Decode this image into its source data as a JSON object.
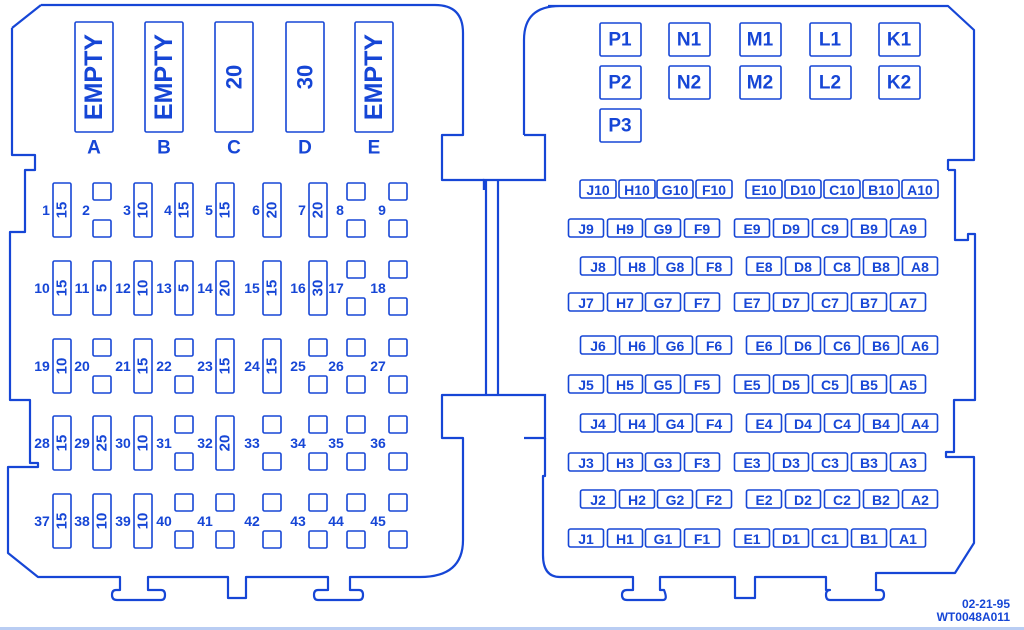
{
  "colors": {
    "line": "#1646d6",
    "background": "#ffffff",
    "footer_rule": "#b9cdf3"
  },
  "left_panel": {
    "maxi_fuses": [
      {
        "slot": "A",
        "value": "EMPTY"
      },
      {
        "slot": "B",
        "value": "EMPTY"
      },
      {
        "slot": "C",
        "value": "20"
      },
      {
        "slot": "D",
        "value": "30"
      },
      {
        "slot": "E",
        "value": "EMPTY"
      }
    ],
    "rows": [
      [
        {
          "n": "1",
          "type": "fuse",
          "amp": "15"
        },
        {
          "n": "2",
          "type": "relay"
        },
        {
          "n": "3",
          "type": "fuse",
          "amp": "10"
        },
        {
          "n": "4",
          "type": "fuse",
          "amp": "15"
        },
        {
          "n": "5",
          "type": "fuse",
          "amp": "15"
        },
        {
          "n": "6",
          "type": "fuse",
          "amp": "20"
        },
        {
          "n": "7",
          "type": "fuse",
          "amp": "20"
        },
        {
          "n": "8",
          "type": "relay"
        },
        {
          "n": "9",
          "type": "relay"
        }
      ],
      [
        {
          "n": "10",
          "type": "fuse",
          "amp": "15"
        },
        {
          "n": "11",
          "type": "fuse",
          "amp": "5"
        },
        {
          "n": "12",
          "type": "fuse",
          "amp": "10"
        },
        {
          "n": "13",
          "type": "fuse",
          "amp": "5"
        },
        {
          "n": "14",
          "type": "fuse",
          "amp": "20"
        },
        {
          "n": "15",
          "type": "fuse",
          "amp": "15"
        },
        {
          "n": "16",
          "type": "fuse",
          "amp": "30"
        },
        {
          "n": "17",
          "type": "relay"
        },
        {
          "n": "18",
          "type": "relay"
        }
      ],
      [
        {
          "n": "19",
          "type": "fuse",
          "amp": "10"
        },
        {
          "n": "20",
          "type": "relay"
        },
        {
          "n": "21",
          "type": "fuse",
          "amp": "15"
        },
        {
          "n": "22",
          "type": "relay"
        },
        {
          "n": "23",
          "type": "fuse",
          "amp": "15"
        },
        {
          "n": "24",
          "type": "fuse",
          "amp": "15"
        },
        {
          "n": "25",
          "type": "relay"
        },
        {
          "n": "26",
          "type": "relay"
        },
        {
          "n": "27",
          "type": "relay"
        }
      ],
      [
        {
          "n": "28",
          "type": "fuse",
          "amp": "15"
        },
        {
          "n": "29",
          "type": "fuse",
          "amp": "25"
        },
        {
          "n": "30",
          "type": "fuse",
          "amp": "10"
        },
        {
          "n": "31",
          "type": "relay"
        },
        {
          "n": "32",
          "type": "fuse",
          "amp": "20"
        },
        {
          "n": "33",
          "type": "relay"
        },
        {
          "n": "34",
          "type": "relay"
        },
        {
          "n": "35",
          "type": "relay"
        },
        {
          "n": "36",
          "type": "relay"
        }
      ],
      [
        {
          "n": "37",
          "type": "fuse",
          "amp": "15"
        },
        {
          "n": "38",
          "type": "fuse",
          "amp": "10"
        },
        {
          "n": "39",
          "type": "fuse",
          "amp": "10"
        },
        {
          "n": "40",
          "type": "relay"
        },
        {
          "n": "41",
          "type": "relay"
        },
        {
          "n": "42",
          "type": "relay"
        },
        {
          "n": "43",
          "type": "relay"
        },
        {
          "n": "44",
          "type": "relay"
        },
        {
          "n": "45",
          "type": "relay"
        }
      ]
    ]
  },
  "right_panel": {
    "relays": [
      [
        "P1",
        "N1",
        "M1",
        "L1",
        "K1"
      ],
      [
        "P2",
        "N2",
        "M2",
        "L2",
        "K2"
      ],
      [
        "P3"
      ]
    ],
    "connector_columns": [
      "J",
      "H",
      "G",
      "F",
      "E",
      "D",
      "C",
      "B",
      "A"
    ],
    "connector_rows": [
      "10",
      "9",
      "8",
      "7",
      "6",
      "5",
      "4",
      "3",
      "2",
      "1"
    ]
  },
  "footer": {
    "date": "02-21-95",
    "code": "WT0048A011"
  }
}
